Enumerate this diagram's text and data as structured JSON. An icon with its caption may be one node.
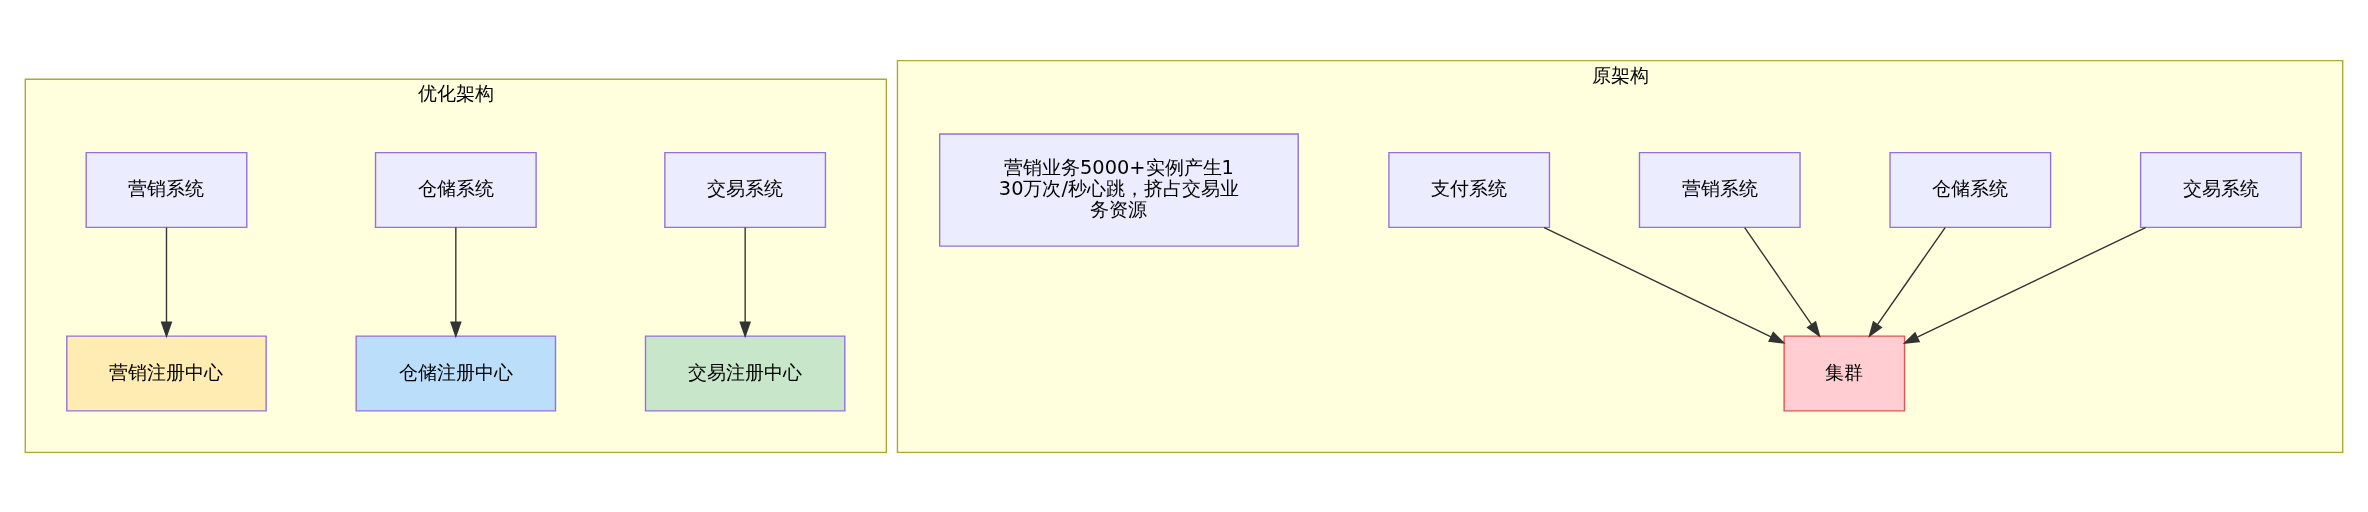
{
  "diagram": {
    "nodes": [
      {
        "text": [
          "优化架构"
        ]
      },
      {
        "text": [
          "交易系统"
        ],
        "in": 0
      },
      {
        "text": [
          "仓储系统"
        ],
        "in": 0
      },
      {
        "text": [
          "营销系统"
        ],
        "in": 0
      },
      {
        "text": [
          "交易注册中心"
        ],
        "in": 0
      },
      {
        "text": [
          "仓储注册中心"
        ],
        "in": 0
      },
      {
        "text": [
          "营销注册中心"
        ],
        "in": 0
      },
      {
        "text": [
          "原架构"
        ]
      },
      {
        "text": [
          "交易系统"
        ],
        "in": 7
      },
      {
        "text": [
          "仓储系统"
        ],
        "in": 7
      },
      {
        "text": [
          "营销系统"
        ],
        "in": 7
      },
      {
        "text": [
          "支付系统"
        ],
        "in": 7
      },
      {
        "text": [
          "集群"
        ],
        "in": 7
      },
      {
        "text": [
          "营销业务5000+实例产生130万次/秒心跳，挤占交易业务资源"
        ],
        "in": 7
      }
    ],
    "edges": [
      {
        "from": 1,
        "to": 4,
        "arrow": "to"
      },
      {
        "from": 2,
        "to": 5,
        "arrow": "to"
      },
      {
        "from": 3,
        "to": 6,
        "arrow": "to"
      },
      {
        "from": 8,
        "to": 12,
        "arrow": "to"
      },
      {
        "from": 9,
        "to": 12,
        "arrow": "to"
      },
      {
        "from": 10,
        "to": 12,
        "arrow": "to"
      },
      {
        "from": 11,
        "to": 12,
        "arrow": "to"
      }
    ]
  }
}
